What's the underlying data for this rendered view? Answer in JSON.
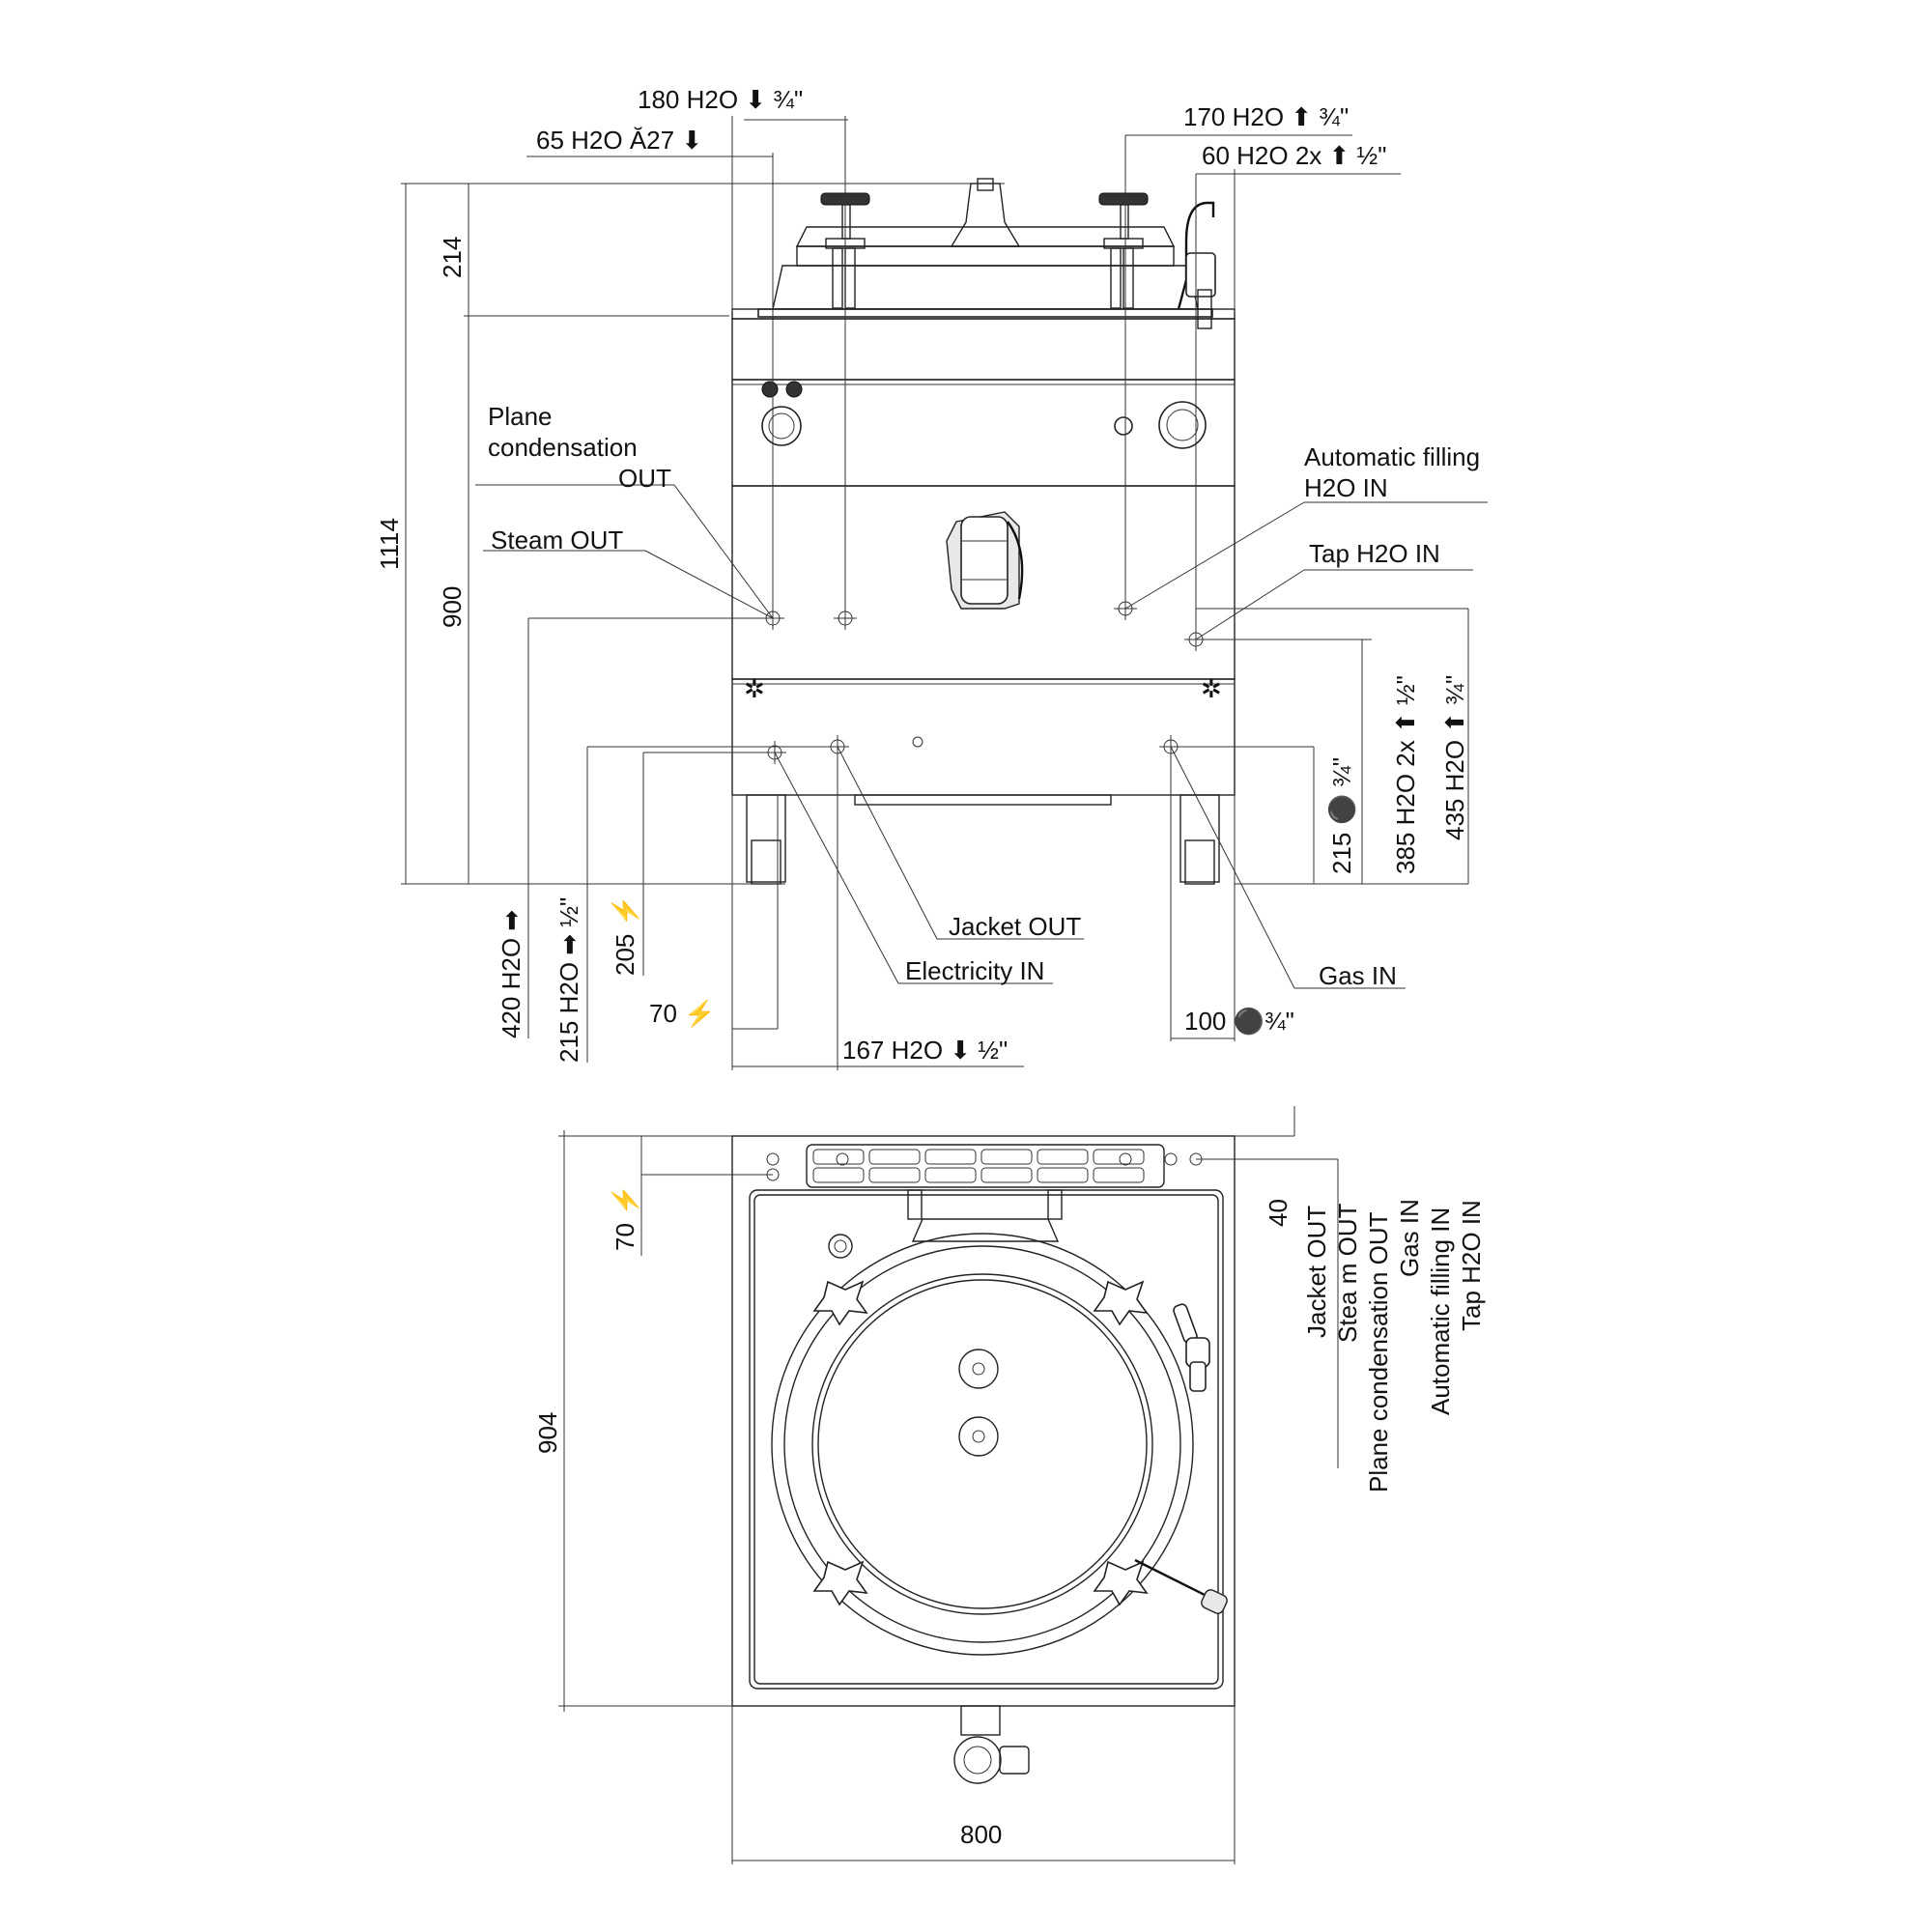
{
  "front_view": {
    "dims_top": {
      "d180": "180 H2O ⬇ ¾\"",
      "d65": "65 H2O Ă27 ⬇",
      "d170": "170 H2O ⬆ ¾\"",
      "d60": "60 H2O 2x ⬆ ½\""
    },
    "dims_left": {
      "d1114": "1114",
      "d214": "214",
      "d900": "900",
      "d420": "420 H2O ➡",
      "d215": "215 H2O ➡ ½\"",
      "d205": "205 ⚡",
      "d70": "70 ⚡"
    },
    "dims_right": {
      "d215gas": "215 ⚫ ¾\"",
      "d385": "385 H2O 2x ⬆ ½\"",
      "d435": "435 H2O ⬆ ¾\""
    },
    "dims_bottom": {
      "d167": "167 H2O ⬇ ½\"",
      "d100": "100 ⚫¾\""
    },
    "labels": {
      "plane_condensation_1": "Plane",
      "plane_condensation_2": "condensation",
      "plane_condensation_3": "OUT",
      "steam_out": "Steam OUT",
      "automatic_filling_1": "Automatic filling",
      "automatic_filling_2": "H2O IN",
      "tap_h2o_in": "Tap H2O IN",
      "jacket_out": "Jacket OUT",
      "electricity_in": "Electricity IN",
      "gas_in": "Gas IN"
    }
  },
  "top_view": {
    "dims": {
      "d904": "904",
      "d70": "70 ⚡",
      "d40": "40",
      "d800": "800"
    },
    "legend": [
      "Jacket OUT",
      "Stea m OUT",
      "Plane condensation OUT",
      "Gas IN",
      "Automatic filling IN",
      "Tap H2O IN"
    ]
  }
}
